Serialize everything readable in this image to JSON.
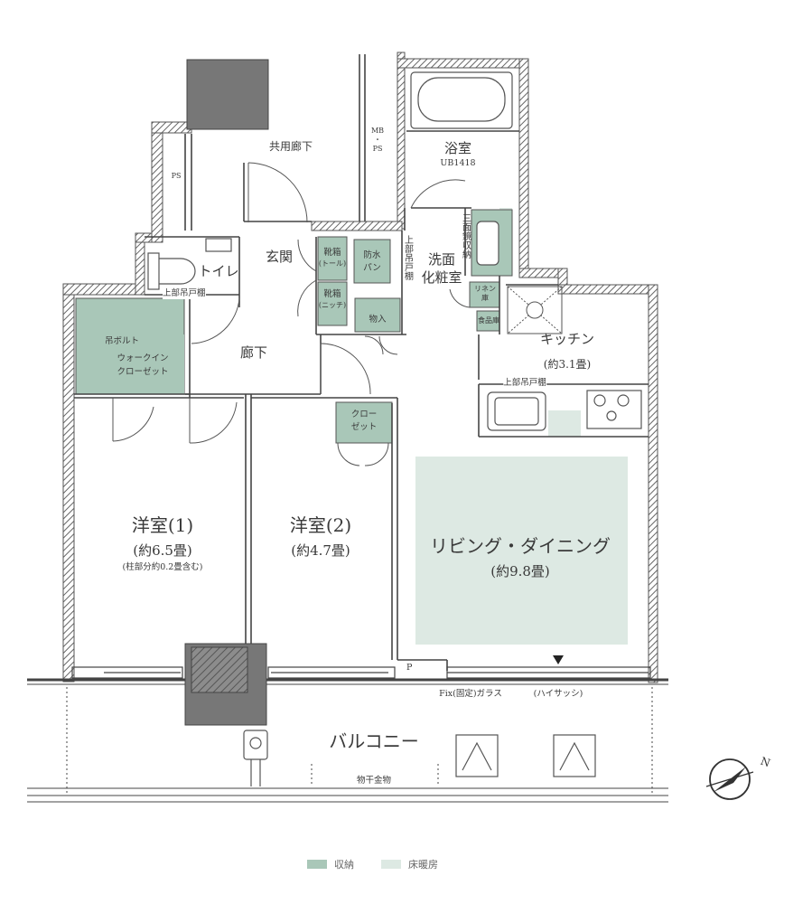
{
  "rooms": {
    "kyoyo_roka": "共用廊下",
    "ps": "PS",
    "mb": "MB",
    "mb_dot": "・",
    "mb_ps": "PS",
    "bath": "浴室",
    "bath_type": "UB1418",
    "toilet": "トイレ",
    "toilet_shelf": "上部吊戸棚",
    "genkan": "玄関",
    "shoebox_tall": "靴箱",
    "shoebox_tall_sub": "(トール)",
    "shoebox_niche": "靴箱",
    "shoebox_niche_sub": "(ニッチ)",
    "bousui": "防水",
    "bousui_2": "パン",
    "upper_shelf_v": "上部吊戸棚",
    "senmen": "洗面",
    "senmen_2": "化粧室",
    "mirror_storage": "三面鏡収納",
    "linen": "リネン",
    "linen_2": "庫",
    "food": "食品庫",
    "monoire": "物入",
    "kitchen": "キッチン",
    "kitchen_size": "(約3.1畳)",
    "kitchen_shelf": "上部吊戸棚",
    "rouka": "廊下",
    "hanger_bolt": "吊ボルト",
    "wic_1": "ウォークイン",
    "wic_2": "クローゼット",
    "closet_1": "クロー",
    "closet_2": "ゼット",
    "room1": "洋室(1)",
    "room1_size": "(約6.5畳)",
    "room1_note": "(柱部分約0.2畳含む)",
    "room2": "洋室(2)",
    "room2_size": "(約4.7畳)",
    "living": "リビング・ダイニング",
    "living_size": "(約9.8畳)",
    "p_mark": "P",
    "fix_glass": "Fix(固定)ガラス",
    "high_sash": "(ハイサッシ)",
    "balcony": "バルコニー",
    "monohoshi": "物干金物",
    "north": "N"
  },
  "legend": [
    {
      "label": "収納",
      "color": "#a9c7b8"
    },
    {
      "label": "床暖房",
      "color": "#dde9e3"
    }
  ],
  "colors": {
    "storage": "#a9c7b8",
    "floor_heating": "#dde9e3",
    "wall_hatch": "#777777",
    "dark_column": "#707070",
    "line": "#444444"
  }
}
